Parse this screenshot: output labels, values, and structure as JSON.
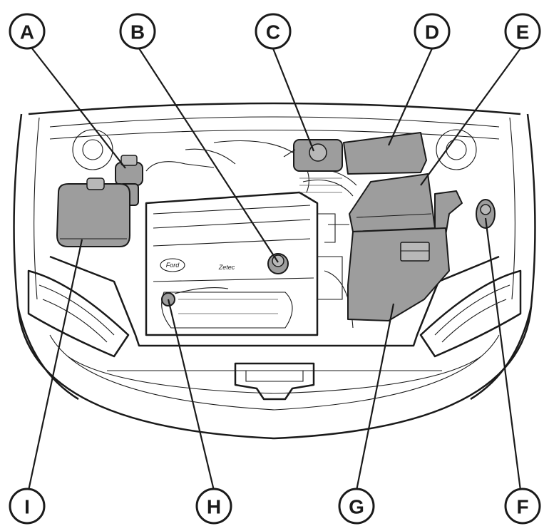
{
  "callouts": [
    {
      "id": "A",
      "label": "A"
    },
    {
      "id": "B",
      "label": "B"
    },
    {
      "id": "C",
      "label": "C"
    },
    {
      "id": "D",
      "label": "D"
    },
    {
      "id": "E",
      "label": "E"
    },
    {
      "id": "F",
      "label": "F"
    },
    {
      "id": "G",
      "label": "G"
    },
    {
      "id": "H",
      "label": "H"
    },
    {
      "id": "I",
      "label": "I"
    }
  ],
  "engine_marks": {
    "brand": "Ford",
    "engine_badge": "Zetec"
  },
  "colors": {
    "line": "#1a1a1a",
    "component_fill": "#9d9d9d",
    "background": "#ffffff"
  }
}
